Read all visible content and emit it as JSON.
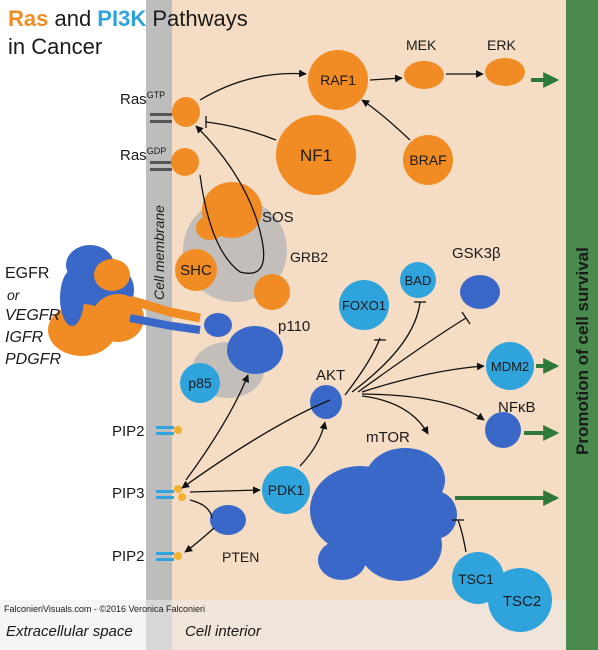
{
  "title": {
    "part1": "Ras",
    "part2": " and ",
    "part3": "PI3K",
    "part4": " Pathways",
    "line2": "in Cancer"
  },
  "colors": {
    "ras_orange": "#f08c23",
    "pi3k_blue": "#2ea3dc",
    "protein_blue": "#3a68c8",
    "membrane": "#bdbdbd",
    "interior": "#f5dcc4",
    "survival_bar": "#4a8a4e",
    "arrow_green": "#2f7a3a"
  },
  "labels": {
    "ras_gtp": "Ras",
    "gtp_sup": "GTP",
    "ras_gdp": "Ras",
    "gdp_sup": "GDP",
    "cell_membrane": "Cell membrane",
    "egfr": "EGFR",
    "or": "or",
    "vegfr": "VEGFR",
    "igfr": "IGFR",
    "pdgfr": "PDGFR",
    "raf1": "RAF1",
    "mek": "MEK",
    "erk": "ERK",
    "nf1": "NF1",
    "braf": "BRAF",
    "sos": "SOS",
    "shc": "SHC",
    "grb2": "GRB2",
    "foxo1": "FOXO1",
    "bad": "BAD",
    "gsk3b": "GSK3β",
    "p110": "p110",
    "p85": "p85",
    "akt": "AKT",
    "mdm2": "MDM2",
    "nfkb": "NFκB",
    "mtor": "mTOR",
    "pdk1": "PDK1",
    "pten": "PTEN",
    "pip2_top": "PIP2",
    "pip3": "PIP3",
    "pip2_bottom": "PIP2",
    "tsc1": "TSC1",
    "tsc2": "TSC2",
    "survival": "Promotion of cell survival",
    "credit": "FalconieriVisuals.com - ©2016 Veronica Falconieri",
    "extracellular": "Extracellular space",
    "interior": "Cell interior"
  }
}
